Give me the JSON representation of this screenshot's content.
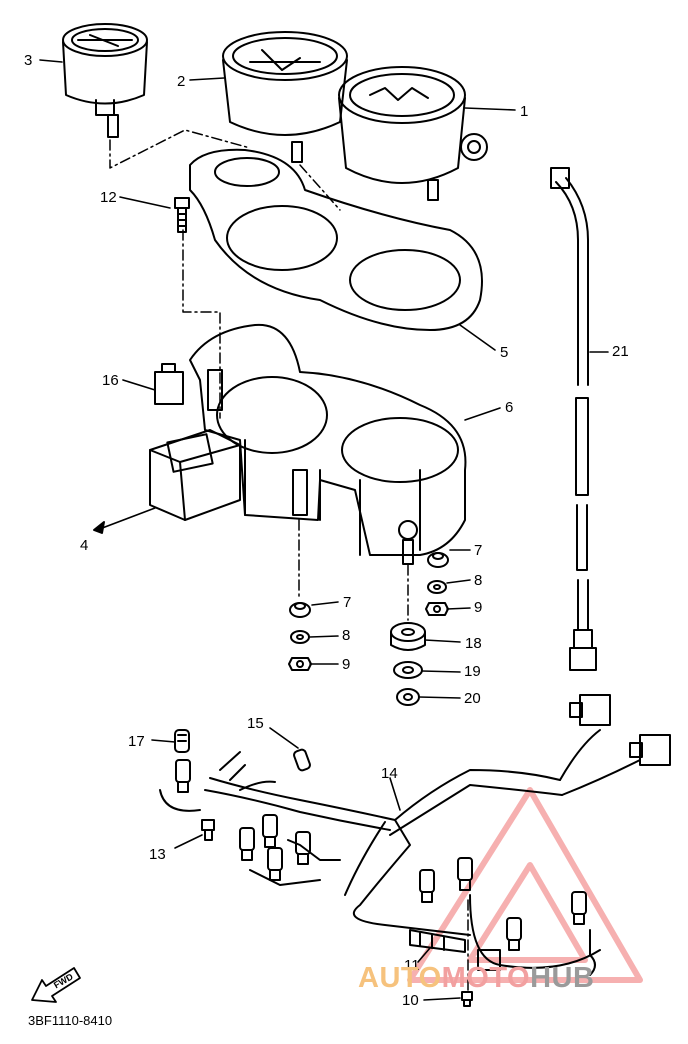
{
  "callouts": [
    {
      "id": "1",
      "text": "1"
    },
    {
      "id": "2",
      "text": "2"
    },
    {
      "id": "3",
      "text": "3"
    },
    {
      "id": "4",
      "text": "4"
    },
    {
      "id": "5",
      "text": "5"
    },
    {
      "id": "6",
      "text": "6"
    },
    {
      "id": "7a",
      "text": "7"
    },
    {
      "id": "7b",
      "text": "7"
    },
    {
      "id": "8a",
      "text": "8"
    },
    {
      "id": "8b",
      "text": "8"
    },
    {
      "id": "9a",
      "text": "9"
    },
    {
      "id": "9b",
      "text": "9"
    },
    {
      "id": "10",
      "text": "10"
    },
    {
      "id": "11",
      "text": "11"
    },
    {
      "id": "12",
      "text": "12"
    },
    {
      "id": "13",
      "text": "13"
    },
    {
      "id": "14",
      "text": "14"
    },
    {
      "id": "15",
      "text": "15"
    },
    {
      "id": "16",
      "text": "16"
    },
    {
      "id": "17",
      "text": "17"
    },
    {
      "id": "18",
      "text": "18"
    },
    {
      "id": "19",
      "text": "19"
    },
    {
      "id": "20",
      "text": "20"
    },
    {
      "id": "21",
      "text": "21"
    }
  ],
  "drawing_code": "3BF1110-8410",
  "fwd_label": "FWD",
  "watermark": {
    "part1": "AUTO",
    "part2": "MOTO",
    "part3": "HUB"
  }
}
